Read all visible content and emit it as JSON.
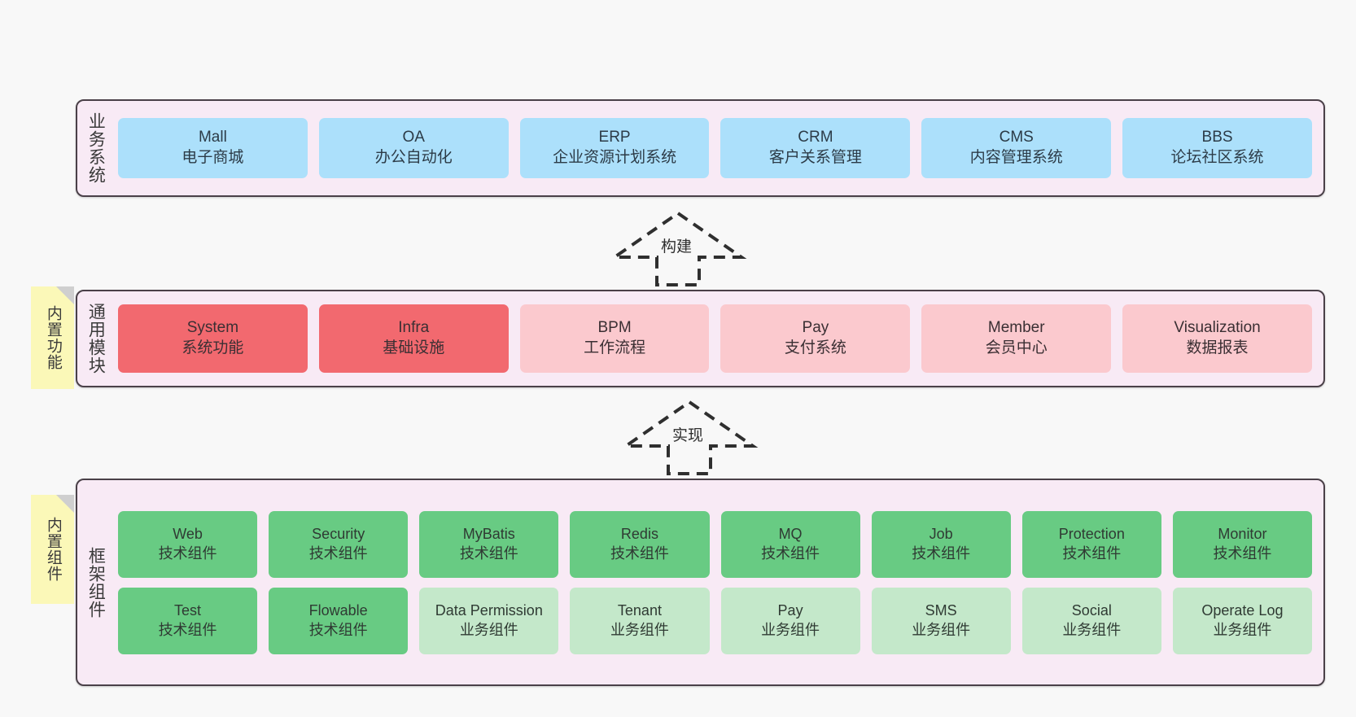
{
  "diagram": {
    "background_color": "#f8f8f8",
    "layer_bg_color": "#f8eaf5",
    "layer_border_color": "#4a4048",
    "sticky_color": "#fbf8b8"
  },
  "layers": [
    {
      "id": "business",
      "title": "业务系统",
      "accent": "#ace0fb",
      "rows": [
        [
          {
            "en": "Mall",
            "cn": "电子商城",
            "style": "blue"
          },
          {
            "en": "OA",
            "cn": "办公自动化",
            "style": "blue"
          },
          {
            "en": "ERP",
            "cn": "企业资源计划系统",
            "style": "blue"
          },
          {
            "en": "CRM",
            "cn": "客户关系管理",
            "style": "blue"
          },
          {
            "en": "CMS",
            "cn": "内容管理系统",
            "style": "blue"
          },
          {
            "en": "BBS",
            "cn": "论坛社区系统",
            "style": "blue"
          }
        ]
      ]
    },
    {
      "id": "common",
      "title": "通用模块",
      "accent": "#f2696f",
      "sticky": "内置功能",
      "rows": [
        [
          {
            "en": "System",
            "cn": "系统功能",
            "style": "red"
          },
          {
            "en": "Infra",
            "cn": "基础设施",
            "style": "red"
          },
          {
            "en": "BPM",
            "cn": "工作流程",
            "style": "pink"
          },
          {
            "en": "Pay",
            "cn": "支付系统",
            "style": "pink"
          },
          {
            "en": "Member",
            "cn": "会员中心",
            "style": "pink"
          },
          {
            "en": "Visualization",
            "cn": "数据报表",
            "style": "pink"
          }
        ]
      ]
    },
    {
      "id": "framework",
      "title": "框架组件",
      "accent": "#68cb83",
      "sticky": "内置组件",
      "rows": [
        [
          {
            "en": "Web",
            "cn": "技术组件",
            "style": "green"
          },
          {
            "en": "Security",
            "cn": "技术组件",
            "style": "green"
          },
          {
            "en": "MyBatis",
            "cn": "技术组件",
            "style": "green"
          },
          {
            "en": "Redis",
            "cn": "技术组件",
            "style": "green"
          },
          {
            "en": "MQ",
            "cn": "技术组件",
            "style": "green"
          },
          {
            "en": "Job",
            "cn": "技术组件",
            "style": "green"
          },
          {
            "en": "Protection",
            "cn": "技术组件",
            "style": "green"
          },
          {
            "en": "Monitor",
            "cn": "技术组件",
            "style": "green"
          }
        ],
        [
          {
            "en": "Test",
            "cn": "技术组件",
            "style": "green"
          },
          {
            "en": "Flowable",
            "cn": "技术组件",
            "style": "green"
          },
          {
            "en": "Data Permission",
            "cn": "业务组件",
            "style": "lightgreen"
          },
          {
            "en": "Tenant",
            "cn": "业务组件",
            "style": "lightgreen"
          },
          {
            "en": "Pay",
            "cn": "业务组件",
            "style": "lightgreen"
          },
          {
            "en": "SMS",
            "cn": "业务组件",
            "style": "lightgreen"
          },
          {
            "en": "Social",
            "cn": "业务组件",
            "style": "lightgreen"
          },
          {
            "en": "Operate Log",
            "cn": "业务组件",
            "style": "lightgreen"
          }
        ]
      ]
    }
  ],
  "connectors": [
    {
      "id": "build",
      "label": "构建",
      "style": "dashed-hollow-arrow-up"
    },
    {
      "id": "impl",
      "label": "实现",
      "style": "dashed-hollow-arrow-up"
    }
  ]
}
